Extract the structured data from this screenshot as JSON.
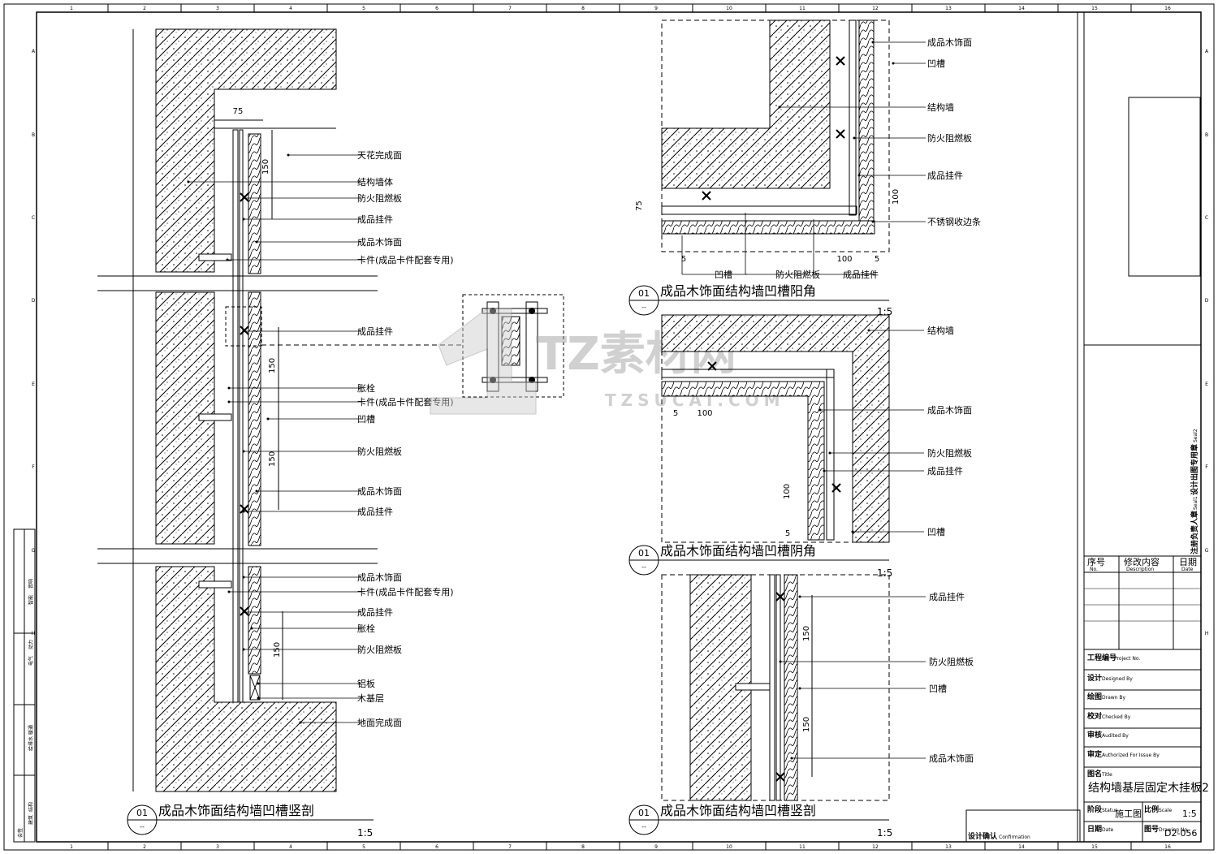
{
  "grid": {
    "columns": [
      "1",
      "2",
      "3",
      "4",
      "5",
      "6",
      "7",
      "8",
      "9",
      "10",
      "11",
      "12",
      "13",
      "14",
      "15",
      "16"
    ],
    "rows": [
      "A",
      "B",
      "C",
      "D",
      "E",
      "F",
      "G",
      "H"
    ]
  },
  "left_margin": {
    "cells": [
      "会签",
      "建筑",
      "结构",
      "给排水",
      "暖通",
      "电气",
      "动力",
      "智能",
      "音响"
    ]
  },
  "detail_left": {
    "title_number": "01",
    "title_sub": "--",
    "title": "成品木饰面结构墙凹槽竖剖",
    "scale": "1:5",
    "dims": [
      "75",
      "150",
      "150",
      "150",
      "150"
    ],
    "labels": [
      "天花完成面",
      "结构墙体",
      "防火阻燃板",
      "成品挂件",
      "成品木饰面",
      "卡件(成品卡件配套专用)",
      "成品挂件",
      "胀栓",
      "卡件(成品卡件配套专用)",
      "凹槽",
      "防火阻燃板",
      "成品木饰面",
      "成品挂件",
      "成品木饰面",
      "卡件(成品卡件配套专用)",
      "成品挂件",
      "胀栓",
      "防火阻燃板",
      "铝板",
      "木基层",
      "地面完成面"
    ]
  },
  "detail_tr": {
    "title_number": "01",
    "title_sub": "--",
    "title": "成品木饰面结构墙凹槽阳角",
    "scale": "1:5",
    "dims": [
      "75",
      "100",
      "100",
      "5",
      "5"
    ],
    "labels": [
      "成品木饰面",
      "凹槽",
      "结构墙",
      "防火阻燃板",
      "成品挂件",
      "不锈钢收边条"
    ],
    "bottom_labels": [
      "凹槽",
      "防火阻燃板",
      "成品挂件"
    ]
  },
  "detail_mr": {
    "title_number": "01",
    "title_sub": "--",
    "title": "成品木饰面结构墙凹槽阴角",
    "scale": "1:5",
    "dims": [
      "100",
      "100",
      "5",
      "5"
    ],
    "labels": [
      "结构墙",
      "成品木饰面",
      "防火阻燃板",
      "成品挂件",
      "凹槽"
    ]
  },
  "detail_br": {
    "title_number": "01",
    "title_sub": "--",
    "title": "成品木饰面结构墙凹槽竖剖",
    "scale": "1:5",
    "dims": [
      "150",
      "150"
    ],
    "labels": [
      "成品挂件",
      "防火阻燃板",
      "凹槽",
      "成品木饰面"
    ]
  },
  "watermark": {
    "logo_text": "TZ素材网",
    "sub_text": "TZSUCAI.COM"
  },
  "title_block": {
    "seal2": "设计出图专用章",
    "seal2_en": "Seal2",
    "seal1": "注册负责人章",
    "seal1_en": "Seal1",
    "rev_no": "序号",
    "rev_no_en": "No.",
    "rev_desc": "修改内容",
    "rev_desc_en": "Description",
    "rev_date": "日期",
    "rev_date_en": "Date",
    "project_no": "工程编号",
    "project_no_en": "Project No.",
    "designed": "设计",
    "designed_en": "Designed By",
    "drawn": "绘图",
    "drawn_en": "Drawn By",
    "checked": "校对",
    "checked_en": "Checked By",
    "audited": "审核",
    "audited_en": "Audited By",
    "authorized": "审定",
    "authorized_en": "Authorized For Issue By",
    "title_label": "图名",
    "title_label_en": "Title",
    "drawing_title": "结构墙基层固定木挂板2",
    "status_label": "阶段",
    "status_label_en": "Status",
    "status_value": "施工图",
    "scale_label": "比例",
    "scale_label_en": "Scale",
    "scale_value": "1:5",
    "date_label": "日期",
    "date_label_en": "Date",
    "number_label": "图号",
    "number_label_en": "Drawing No.",
    "number_value": "D2-056",
    "confirm": "设计确认",
    "confirm_en": "Confirmation"
  }
}
